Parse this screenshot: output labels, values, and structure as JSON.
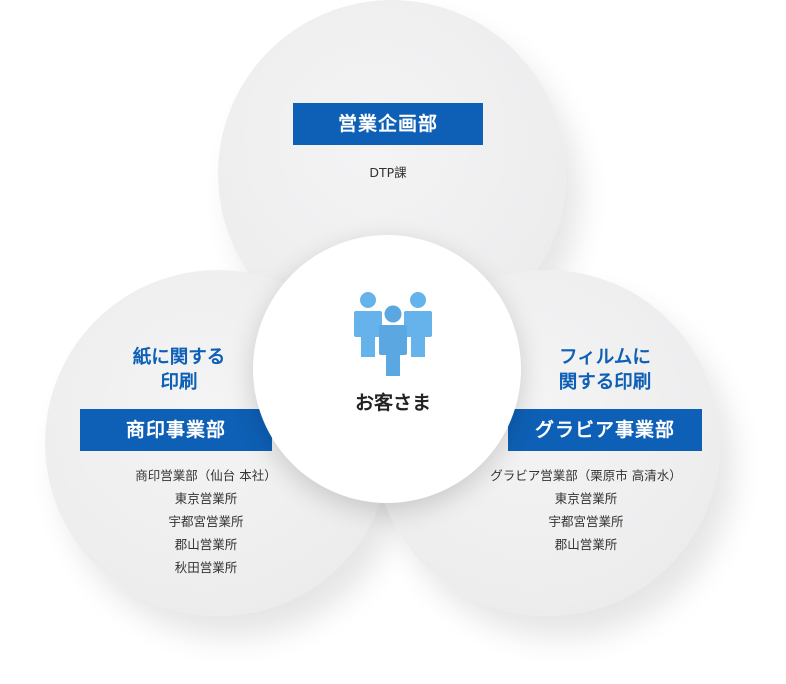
{
  "center": {
    "label": "お客さま",
    "icon": "people-group-icon",
    "icon_color": "#66b2ea"
  },
  "colors": {
    "band": "#0e60b6",
    "accent_text": "#0e60b6",
    "circle": "#eeeeef"
  },
  "top_circle": {
    "department": "営業企画部",
    "sub": "DTP課"
  },
  "left_circle": {
    "focus_line1": "紙に関する",
    "focus_line2": "印刷",
    "department": "商印事業部",
    "offices": [
      "商印営業部（仙台 本社）",
      "東京営業所",
      "宇都宮営業所",
      "郡山営業所",
      "秋田営業所"
    ]
  },
  "right_circle": {
    "focus_line1": "フィルムに",
    "focus_line2": "関する印刷",
    "department": "グラビア事業部",
    "offices": [
      "グラビア営業部（栗原市 高清水）",
      "東京営業所",
      "宇都宮営業所",
      "郡山営業所"
    ]
  }
}
